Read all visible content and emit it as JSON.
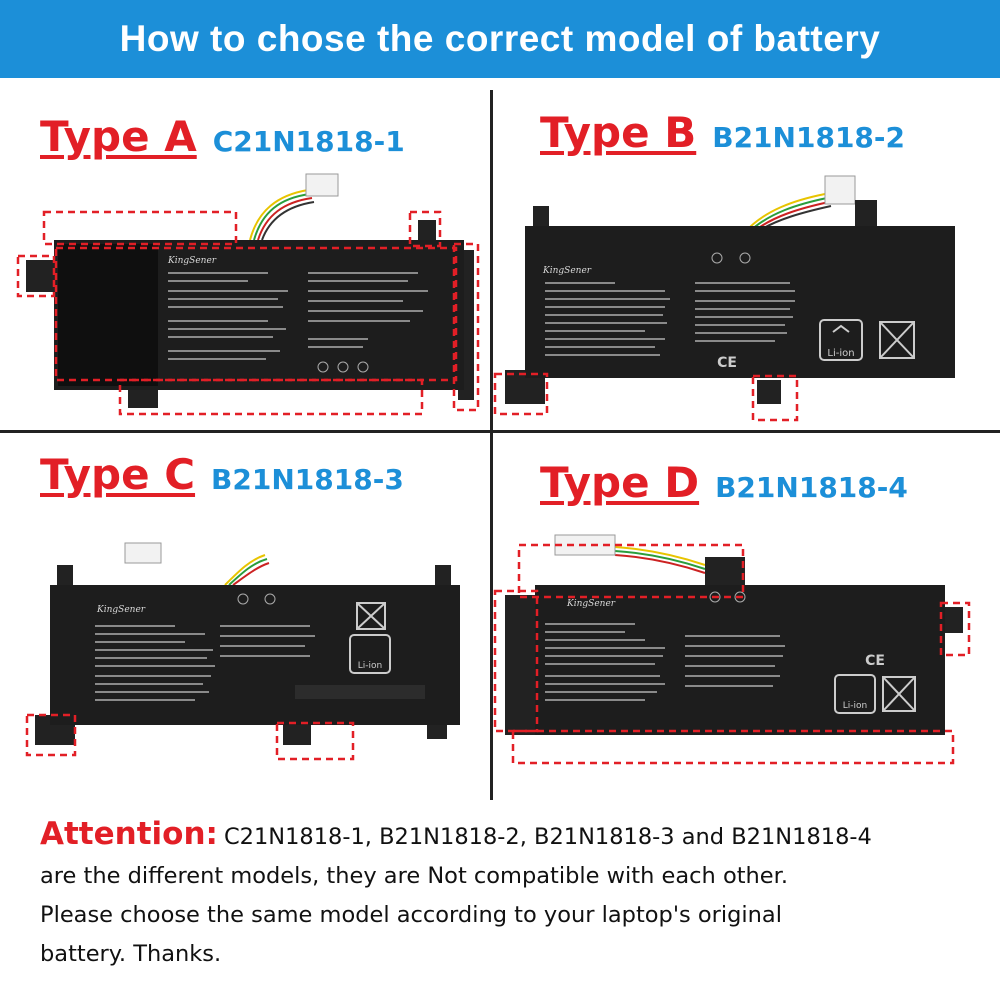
{
  "header": {
    "title": "How to chose the correct model of battery"
  },
  "types": [
    {
      "label": "Type A",
      "model": "C21N1818-1"
    },
    {
      "label": "Type B",
      "model": "B21N1818-2"
    },
    {
      "label": "Type C",
      "model": "B21N1818-3"
    },
    {
      "label": "Type D",
      "model": "B21N1818-4"
    }
  ],
  "brand": "KingSener",
  "badges": {
    "li_ion": "Li-ion",
    "ce": "CE"
  },
  "attention": {
    "label": "Attention:",
    "line1": "C21N1818-1, B21N1818-2, B21N1818-3 and B21N1818-4",
    "line2": "are the different models, they are Not compatible with each other.",
    "line3": "Please choose the same model according to your laptop's original",
    "line4": "battery. Thanks."
  },
  "colors": {
    "banner": "#1c8fd8",
    "type_label": "#e21f26",
    "model_code": "#1c8fd8",
    "highlight_box": "#e21f26",
    "battery_body": "#1d1d1d"
  }
}
